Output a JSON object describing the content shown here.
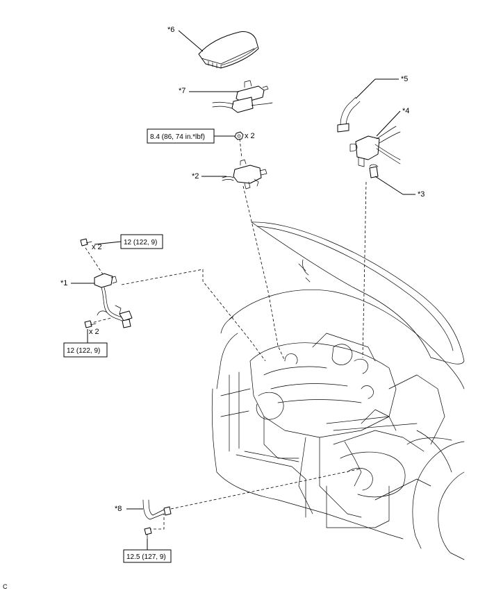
{
  "callouts": {
    "c1": "*1",
    "c2": "*2",
    "c3": "*3",
    "c4": "*4",
    "c5": "*5",
    "c6": "*6",
    "c7": "*7",
    "c8": "*8"
  },
  "torques": {
    "t_nut_2": "8.4 (86, 74 in.*lbf)",
    "t_bolt_top": "12 (122, 9)",
    "t_bolt_bottom": "12 (122, 9)",
    "t_bolt_8": "12.5 (127, 9)"
  },
  "quantities": {
    "q_nut_2": "x 2",
    "q_bolt_top": "x 2",
    "q_bolt_bottom": "x 2"
  },
  "figure_code": "C",
  "colors": {
    "ink": "#000000",
    "background": "#ffffff"
  }
}
